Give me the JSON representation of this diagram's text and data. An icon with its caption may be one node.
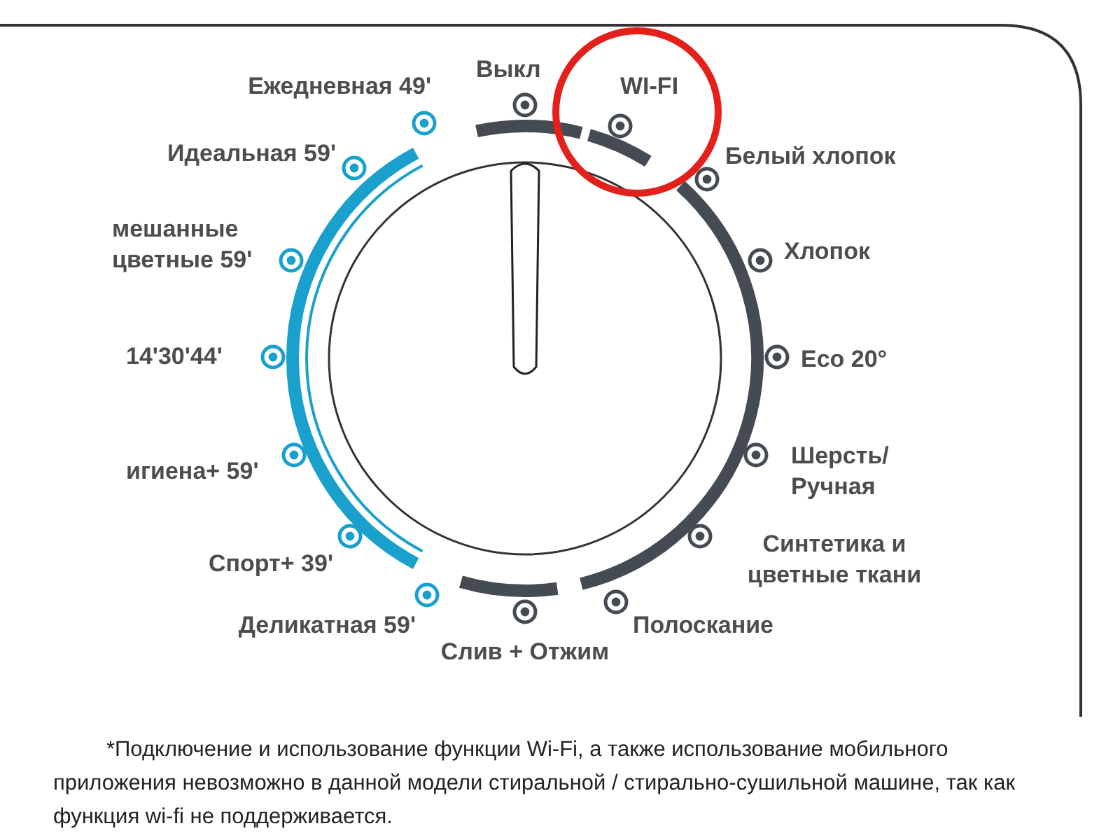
{
  "diagram": {
    "labels": [
      "Ежедневная 49'",
      "Выкл",
      "WI-FI",
      "Идеальная 59'",
      "Белый хлопок",
      "мешанные цветные 59'",
      "Хлопок",
      "14'30'44'",
      "Eco 20°",
      "игиена+ 59'",
      "Шерсть/ Ручная",
      "Синтетика и цветные ткани",
      "Спорт+ 39'",
      "Деликатная 59'",
      "Полоскание",
      "Слив + Отжим"
    ],
    "caption": "*Подключение и использование функции Wi-Fi, а также использование мобильного приложения невозможно в данной модели стиральной / стирально-сушильной машине, так как функция wi-fi не поддерживается."
  }
}
